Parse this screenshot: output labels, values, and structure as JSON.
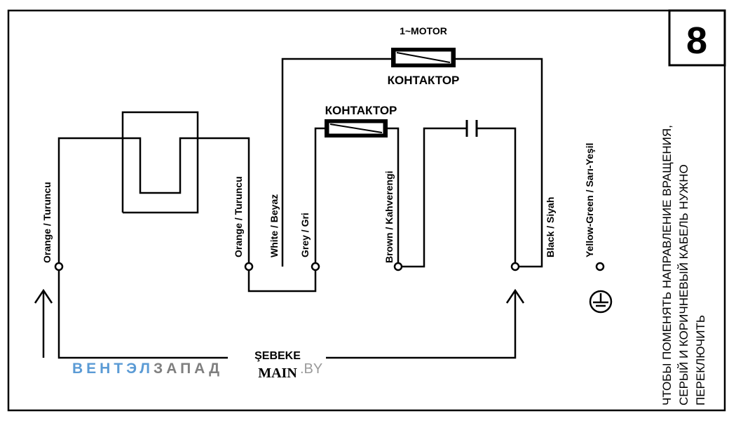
{
  "panel_number": "8",
  "labels": {
    "motor": "1~MOTOR",
    "contactor_top": "КОНТАКТОР",
    "contactor_mid": "КОНТАКТОР",
    "wire_orange_left": "Orange / Turuncu",
    "wire_orange_right": "Orange / Turuncu",
    "wire_white": "White / Beyaz",
    "wire_grey": "Grey / Gri",
    "wire_brown": "Brown / Kahverengi",
    "wire_black": "Black / Siyah",
    "wire_ground": "Yellow-Green / Sarı-Yeşil",
    "mains_tr": "ŞEBEKE",
    "mains_en": "MAIN"
  },
  "note_lines": [
    "ЧТОБЫ ПОМЕНЯТЬ НАПРАВЛЕНИЕ ВРАЩЕНИЯ,",
    "СЕРЫЙ И КОРИЧНЕВЫЙ КАБЕЛЬ НУЖНО",
    "ПЕРЕКЛЮЧИТЬ"
  ],
  "watermark": {
    "part1": "ВЕНТЭЛ",
    "part2": "ЗАПАД",
    "part3": ".BY",
    "color1": "#5b9bd5",
    "color2": "#7f7f7f"
  }
}
